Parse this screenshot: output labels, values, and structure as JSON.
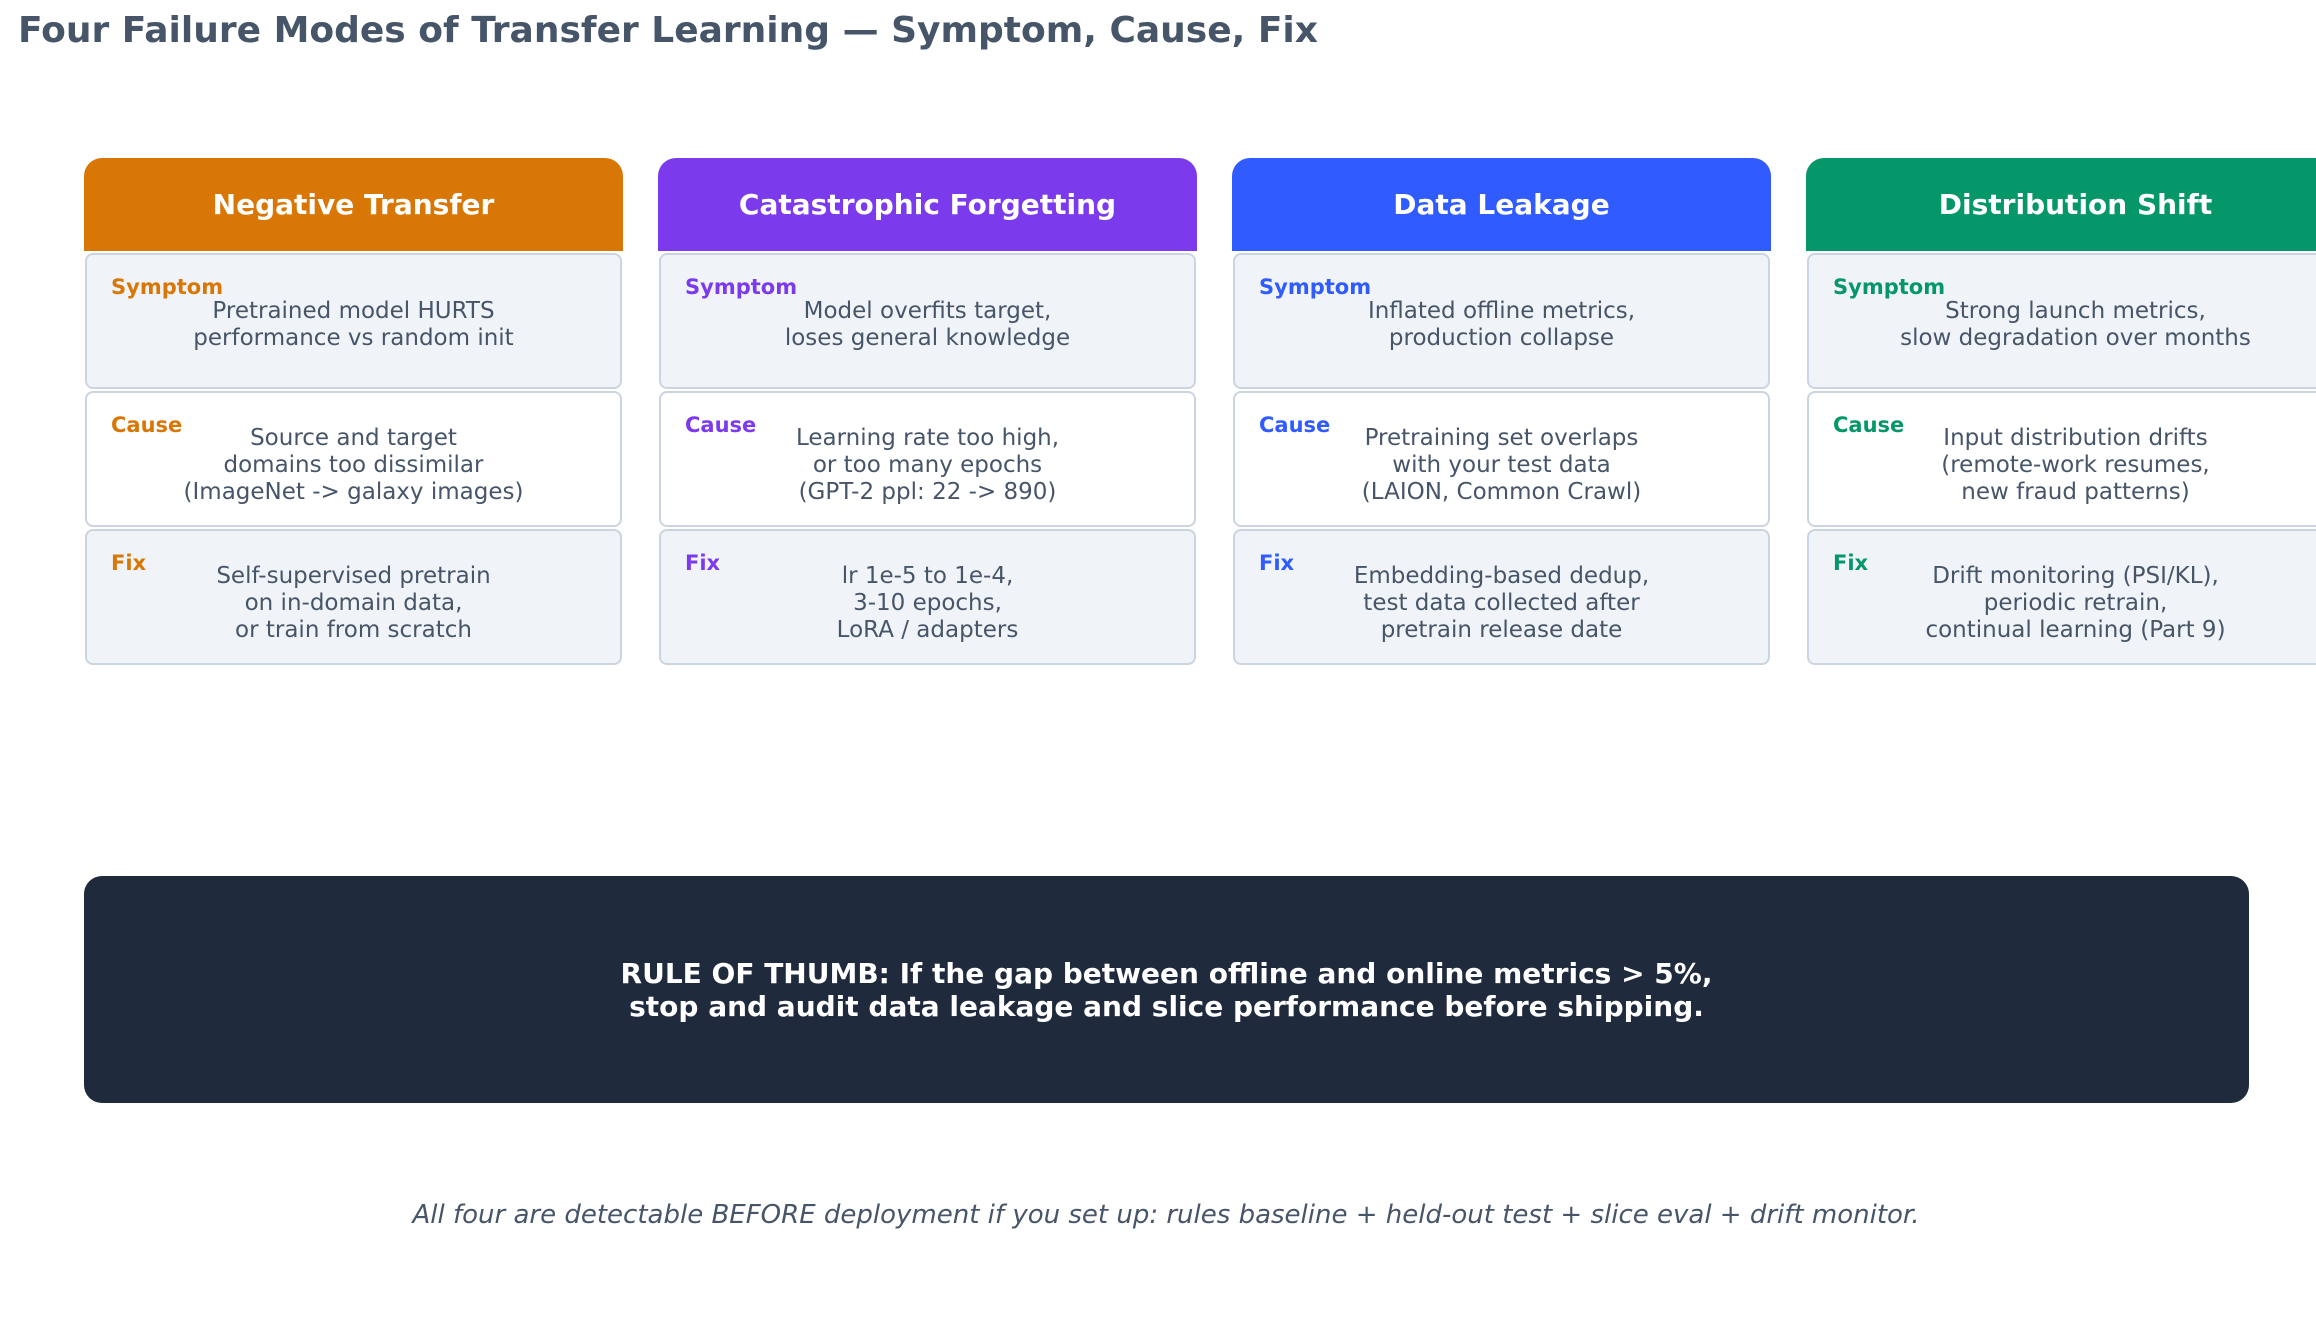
{
  "title": "Four Failure Modes of Transfer Learning — Symptom, Cause, Fix",
  "columns": [
    {
      "header": "Negative Transfer",
      "color": "#d97706",
      "symptom_label": "Symptom",
      "symptom": "Pretrained model HURTS\nperformance vs random init",
      "cause_label": "Cause",
      "cause": "Source and target\ndomains too dissimilar\n(ImageNet -> galaxy images)",
      "fix_label": "Fix",
      "fix": "Self-supervised pretrain\non in-domain data,\nor train from scratch"
    },
    {
      "header": "Catastrophic Forgetting",
      "color": "#7c3aed",
      "symptom_label": "Symptom",
      "symptom": "Model overfits target,\nloses general knowledge",
      "cause_label": "Cause",
      "cause": "Learning rate too high,\nor too many epochs\n(GPT-2 ppl: 22 -> 890)",
      "fix_label": "Fix",
      "fix": "lr 1e-5 to 1e-4,\n3-10 epochs,\nLoRA / adapters"
    },
    {
      "header": "Data Leakage",
      "color": "#2f5bff",
      "symptom_label": "Symptom",
      "symptom": "Inflated offline metrics,\nproduction collapse",
      "cause_label": "Cause",
      "cause": "Pretraining set overlaps\nwith your test data\n(LAION, Common Crawl)",
      "fix_label": "Fix",
      "fix": "Embedding-based dedup,\ntest data collected after\npretrain release date"
    },
    {
      "header": "Distribution Shift",
      "color": "#059669",
      "symptom_label": "Symptom",
      "symptom": "Strong launch metrics,\nslow degradation over months",
      "cause_label": "Cause",
      "cause": "Input distribution drifts\n(remote-work resumes,\nnew fraud patterns)",
      "fix_label": "Fix",
      "fix": "Drift monitoring (PSI/KL),\nperiodic retrain,\ncontinual learning (Part 9)"
    }
  ],
  "rule_of_thumb": "RULE OF THUMB:  If the gap between offline and online metrics > 5%,\nstop and audit data leakage and slice performance before shipping.",
  "footer": "All four are detectable BEFORE deployment if you set up: rules baseline + held-out test + slice eval + drift monitor."
}
